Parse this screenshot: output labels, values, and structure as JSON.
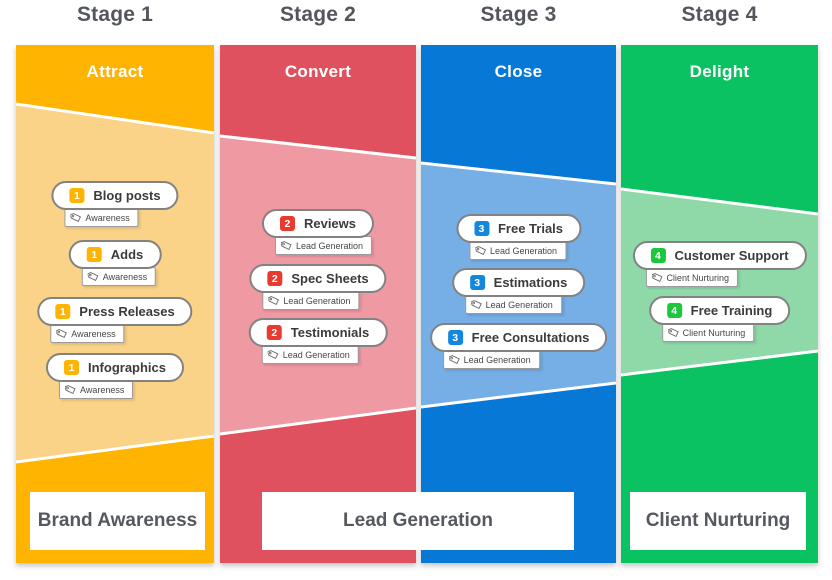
{
  "stages": [
    {
      "stage_label": "Stage 1",
      "band_label": "Attract",
      "badge": "1",
      "colors": {
        "dark": "#FFB402",
        "light": "#FAD288",
        "badge": "#FFB402"
      },
      "items": [
        {
          "label": "Blog posts",
          "tag": "Awareness"
        },
        {
          "label": "Adds",
          "tag": "Awareness"
        },
        {
          "label": "Press Releases",
          "tag": "Awareness"
        },
        {
          "label": "Infographics",
          "tag": "Awareness"
        }
      ]
    },
    {
      "stage_label": "Stage 2",
      "band_label": "Convert",
      "badge": "2",
      "colors": {
        "dark": "#E0515F",
        "light": "#EF99A3",
        "badge": "#E93A2E"
      },
      "items": [
        {
          "label": "Reviews",
          "tag": "Lead Generation"
        },
        {
          "label": "Spec Sheets",
          "tag": "Lead Generation"
        },
        {
          "label": "Testimonials",
          "tag": "Lead Generation"
        }
      ]
    },
    {
      "stage_label": "Stage 3",
      "band_label": "Close",
      "badge": "3",
      "colors": {
        "dark": "#0878D6",
        "light": "#76AEE6",
        "badge": "#1487DC"
      },
      "items": [
        {
          "label": "Free Trials",
          "tag": "Lead Generation"
        },
        {
          "label": "Estimations",
          "tag": "Lead Generation"
        },
        {
          "label": "Free Consultations",
          "tag": "Lead Generation"
        }
      ]
    },
    {
      "stage_label": "Stage 4",
      "band_label": "Delight",
      "badge": "4",
      "colors": {
        "dark": "#0AC261",
        "light": "#8FD9A9",
        "badge": "#1BC83B"
      },
      "items": [
        {
          "label": "Customer Support",
          "tag": "Client Nurturing"
        },
        {
          "label": "Free Training",
          "tag": "Client Nurturing"
        }
      ]
    }
  ],
  "footers": [
    {
      "label": "Brand Awareness"
    },
    {
      "label": "Lead Generation"
    },
    {
      "label": "Client Nurturing"
    }
  ]
}
